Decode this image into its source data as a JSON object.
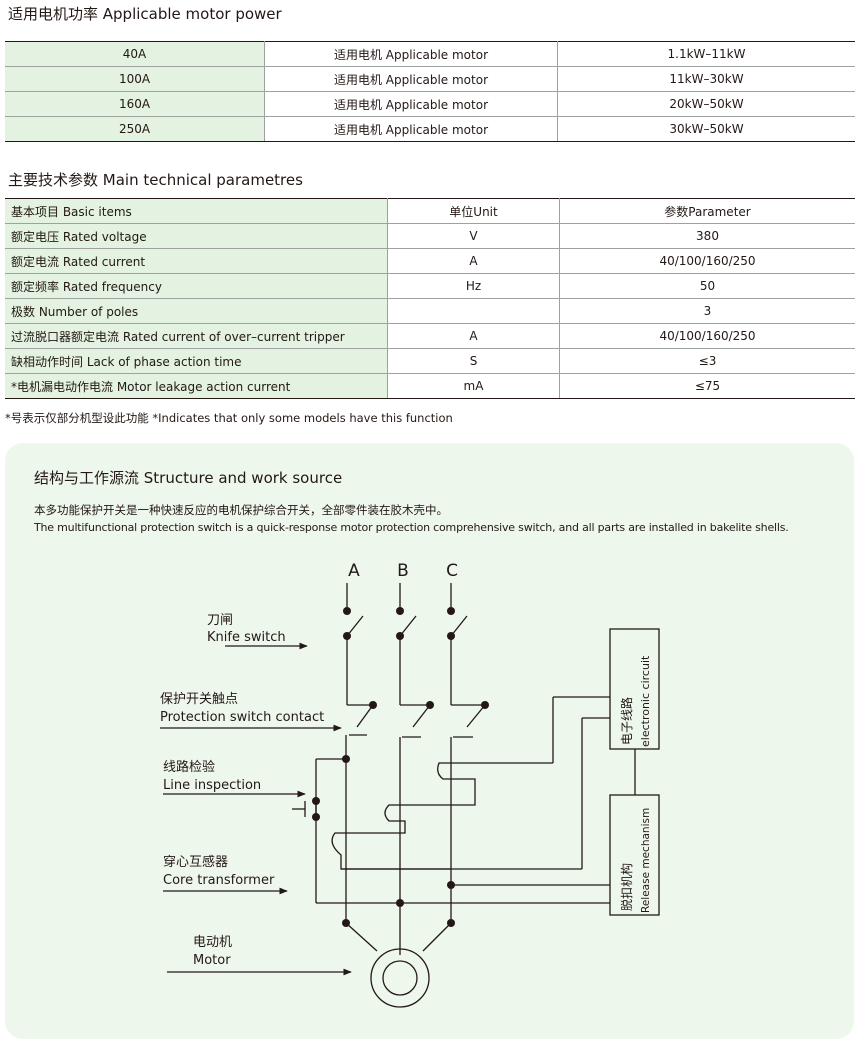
{
  "motor_power": {
    "title": "适用电机功率 Applicable motor power",
    "rows": [
      [
        "40A",
        "适用电机 Applicable motor",
        "1.1kW–11kW"
      ],
      [
        "100A",
        "适用电机 Applicable motor",
        "11kW–30kW"
      ],
      [
        "160A",
        "适用电机 Applicable motor",
        "20kW–50kW"
      ],
      [
        "250A",
        "适用电机 Applicable motor",
        "30kW–50kW"
      ]
    ]
  },
  "tech_params": {
    "title": "主要技术参数 Main technical parametres",
    "rows": [
      [
        "基本项目 Basic items",
        "单位Unit",
        "参数Parameter"
      ],
      [
        "额定电压 Rated voltage",
        "V",
        "380"
      ],
      [
        "额定电流 Rated current",
        "A",
        "40/100/160/250"
      ],
      [
        "额定频率 Rated frequency",
        "Hz",
        "50"
      ],
      [
        "极数 Number of poles",
        "",
        "3"
      ],
      [
        "过流脱口器额定电流 Rated current of over–current tripper",
        "A",
        "40/100/160/250"
      ],
      [
        "缺相动作时间 Lack of phase action time",
        "S",
        "≤3"
      ],
      [
        "*电机漏电动作电流 Motor leakage action current",
        "mA",
        "≤75"
      ]
    ]
  },
  "note": "*号表示仅部分机型设此功能  *Indicates that only some models have this function",
  "structure": {
    "title": "结构与工作源流  Structure and work source",
    "desc_cn": "本多功能保护开关是一种快速反应的电机保护综合开关，全部零件装在胶木壳中。",
    "desc_en": "The multifunctional protection switch is a quick-response motor protection comprehensive switch, and all parts are installed in bakelite shells."
  },
  "diagram": {
    "phases": [
      "A",
      "B",
      "C"
    ],
    "knife_switch_cn": "刀闸",
    "knife_switch_en": "Knife switch",
    "protection_contact_cn": "保护开关触点",
    "protection_contact_en": "Protection switch contact",
    "line_inspection_cn": "线路检验",
    "line_inspection_en": "Line inspection",
    "core_transformer_cn": "穿心互感器",
    "core_transformer_en": "Core transformer",
    "motor_cn": "电动机",
    "motor_en": "Motor",
    "electronic_cn": "电子线路",
    "electronic_en": "electronic circuit",
    "release_cn": "脱扣机构",
    "release_en": "Release mechanism"
  }
}
